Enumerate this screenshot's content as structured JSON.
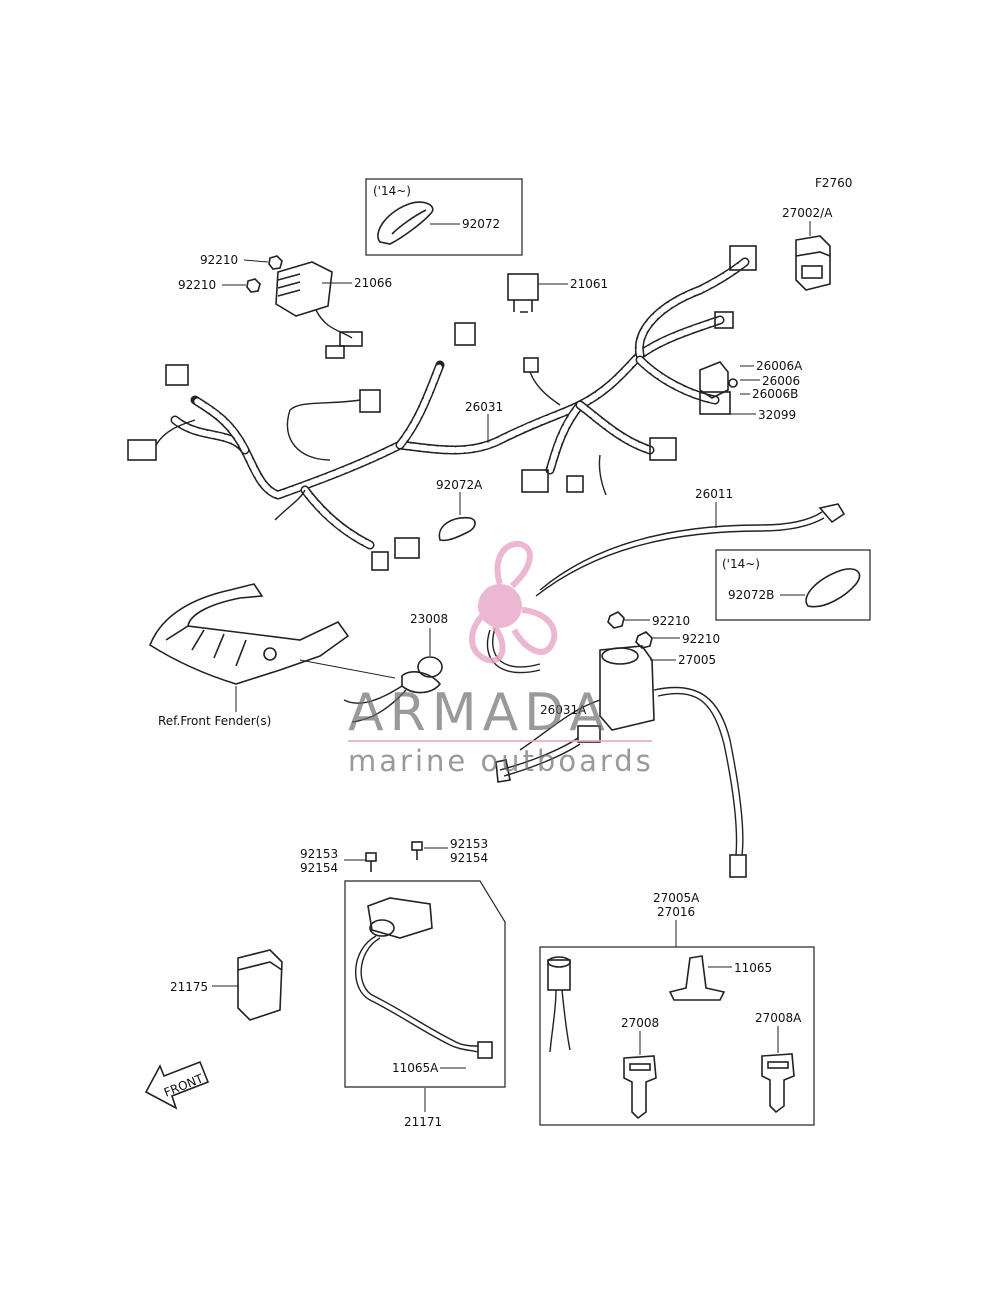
{
  "figure_code": "F2760",
  "callouts": {
    "p27002A": "27002/A",
    "p92072": "92072",
    "p14a": "('14~)",
    "p92210a": "92210",
    "p92210b": "92210",
    "p21066": "21066",
    "p21061": "21061",
    "p26006A": "26006A",
    "p26006": "26006",
    "p26006B": "26006B",
    "p32099": "32099",
    "p26031": "26031",
    "p92072A": "92072A",
    "p26011": "26011",
    "p14b": "('14~)",
    "p92072B": "92072B",
    "p23008": "23008",
    "p92210c": "92210",
    "p92210d": "92210",
    "p27005": "27005",
    "p26031A": "26031A",
    "refFender": "Ref.Front Fender(s)",
    "p92153a": "92153",
    "p92154a": "92154",
    "p92153b": "92153",
    "p92154b": "92154",
    "p27005A": "27005A",
    "p27016": "27016",
    "p11065": "11065",
    "p27008": "27008",
    "p27008A": "27008A",
    "p21175": "21175",
    "p11065A": "11065A",
    "p21171": "21171",
    "front": "FRONT"
  },
  "watermark": {
    "brand": "ARMADA",
    "tagline": "marine outboards",
    "logo_color": "#e8a6c8",
    "text_color": "#6b6b6b",
    "line_color": "#e8a6c8"
  }
}
